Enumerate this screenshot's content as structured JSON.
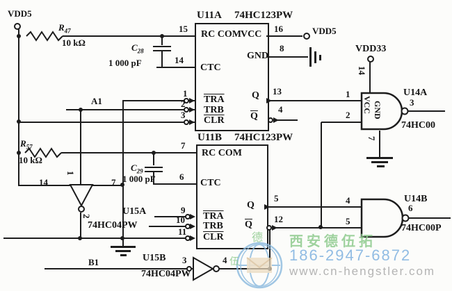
{
  "power": {
    "vdd5_top": "VDD5",
    "vdd5_right": "VDD5",
    "vdd33": "VDD33"
  },
  "signals": {
    "a1": "A1",
    "b1": "B1"
  },
  "components": {
    "r47": {
      "ref": "R",
      "sub": "47",
      "value": "10 kΩ"
    },
    "r57": {
      "ref": "R",
      "sub": "57",
      "value": "10 kΩ"
    },
    "c28": {
      "ref": "C",
      "sub": "28",
      "value": "1 000 pF"
    },
    "c29": {
      "ref": "C",
      "sub": "29",
      "value": "1 000 pF"
    }
  },
  "u11a": {
    "ref": "U11A",
    "part": "74HC123PW",
    "rc_com": "RC COM",
    "vcc": "VCC",
    "gnd": "GND",
    "ctc": "CTC",
    "tra": "TRA",
    "trb": "TRB",
    "clr": "CLR",
    "q": "Q",
    "qbar": "Q",
    "pins": {
      "p15": "15",
      "p16": "16",
      "p8": "8",
      "p14": "14",
      "p1": "1",
      "p2": "2",
      "p3": "3",
      "p13": "13",
      "p4": "4"
    }
  },
  "u11b": {
    "ref": "U11B",
    "part": "74HC123PW",
    "rc_com": "RC COM",
    "ctc": "CTC",
    "tra": "TRA",
    "trb": "TRB",
    "clr": "CLR",
    "q": "Q",
    "qbar": "Q",
    "pins": {
      "p7": "7",
      "p6": "6",
      "p9": "9",
      "p10": "10",
      "p11": "11",
      "p5": "5",
      "p12": "12"
    }
  },
  "u14a": {
    "ref": "U14A",
    "part": "74HC00",
    "vcc": "VCC",
    "gnd": "GND",
    "pins": {
      "p1": "1",
      "p2": "2",
      "p3": "3",
      "p14": "14",
      "p7": "7"
    }
  },
  "u14b": {
    "ref": "U14B",
    "part": "74HC00P",
    "pins": {
      "p4": "4",
      "p5": "5",
      "p6": "6"
    }
  },
  "u15a": {
    "ref": "U15A",
    "part": "74HC04PW",
    "pins": {
      "p1": "1",
      "p2": "2"
    }
  },
  "u15b": {
    "ref": "U15B",
    "part": "74HC04PW",
    "pins": {
      "p3": "3",
      "p4": "4"
    }
  },
  "watermark": {
    "brand": "西安德伍拓",
    "phone": "186-2947-6872",
    "site": "www.cn-hengstler.com",
    "glyph_top": "德",
    "glyph_left": "伍",
    "brand_color": "#8fcb8f",
    "phone_color": "#7fb2e0",
    "site_color": "#a8a8a8",
    "logo_color": "#8ab9de"
  }
}
